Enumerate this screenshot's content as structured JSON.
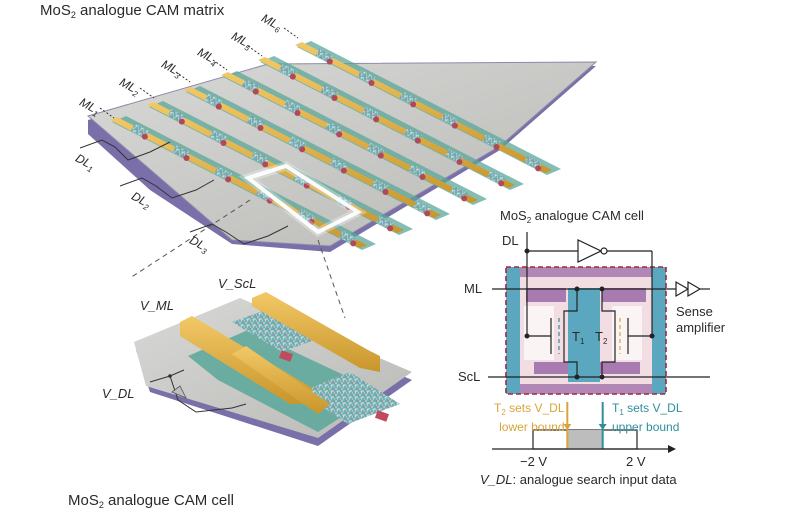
{
  "matrix": {
    "title_prefix": "MoS",
    "title_sub": "2",
    "title_suffix": " analogue CAM matrix",
    "match_lines": [
      {
        "base": "ML",
        "index": "1"
      },
      {
        "base": "ML",
        "index": "2"
      },
      {
        "base": "ML",
        "index": "3"
      },
      {
        "base": "ML",
        "index": "4"
      },
      {
        "base": "ML",
        "index": "5"
      },
      {
        "base": "ML",
        "index": "6"
      }
    ],
    "data_lines": [
      {
        "base": "DL",
        "index": "1"
      },
      {
        "base": "DL",
        "index": "2"
      },
      {
        "base": "DL",
        "index": "3"
      }
    ]
  },
  "cell3d": {
    "title_prefix": "MoS",
    "title_sub": "2",
    "title_suffix": " analogue CAM cell",
    "v_ml": "V_ML",
    "v_scl": "V_ScL",
    "v_dl": "V_DL"
  },
  "circuit": {
    "title_prefix": "MoS",
    "title_sub": "2",
    "title_suffix": " analogue CAM cell",
    "dl_label": "DL",
    "ml_label": "ML",
    "scl_label": "ScL",
    "t1_base": "T",
    "t1_index": "1",
    "t2_base": "T",
    "t2_index": "2",
    "sense_amp_line1": "Sense",
    "sense_amp_line2": "amplifier",
    "t2_note_prefix": "T",
    "t2_note_index": "2",
    "t2_note_line1_suffix": " sets V_DL",
    "t2_note_line2": "lower bound",
    "t1_note_prefix": "T",
    "t1_note_index": "1",
    "t1_note_line1_suffix": " sets V_DL",
    "t1_note_line2": "upper bound",
    "axis_min_label": "−2 V",
    "axis_max_label": "2 V",
    "axis_caption_var": "V_DL",
    "axis_caption_rest": ": analogue search input data",
    "range": {
      "min": -2,
      "max": 2,
      "lower_bound_frac": 0.33,
      "upper_bound_frac": 0.67
    },
    "colors": {
      "lower_bound": "#d9a53a",
      "upper_bound": "#2f8f9b",
      "cell_border": "#a3283a",
      "teal": "#5aa7bf",
      "purple": "#9a6aa6",
      "pink": "#f2dde3"
    }
  }
}
